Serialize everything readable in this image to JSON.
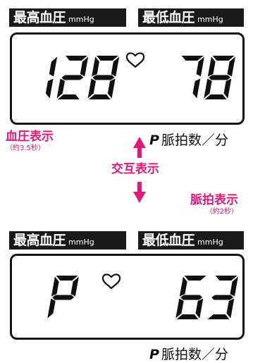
{
  "top": {
    "systolic_label": "最高血圧",
    "diastolic_label": "最低血圧",
    "unit": "mmHg",
    "systolic_value": "128",
    "diastolic_value": "78",
    "pulse_label_prefix": "P",
    "pulse_label": "脈拍数／分"
  },
  "middle": {
    "bp_display_label": "血圧表示",
    "bp_display_duration": "（約3.5秒）",
    "alternate_label": "交互表示",
    "pulse_display_label": "脈拍表示",
    "pulse_display_duration": "（約2秒）"
  },
  "bottom": {
    "systolic_label": "最高血圧",
    "diastolic_label": "最低血圧",
    "unit": "mmHg",
    "left_value": "P",
    "right_value": "63",
    "pulse_label_prefix": "P",
    "pulse_label": "脈拍数／分"
  },
  "colors": {
    "accent": "#e0187a",
    "lcd_ink": "#111111"
  },
  "icons": {
    "heart": "heart-icon",
    "arrow_up": "arrow-up-icon",
    "arrow_down": "arrow-down-icon"
  }
}
